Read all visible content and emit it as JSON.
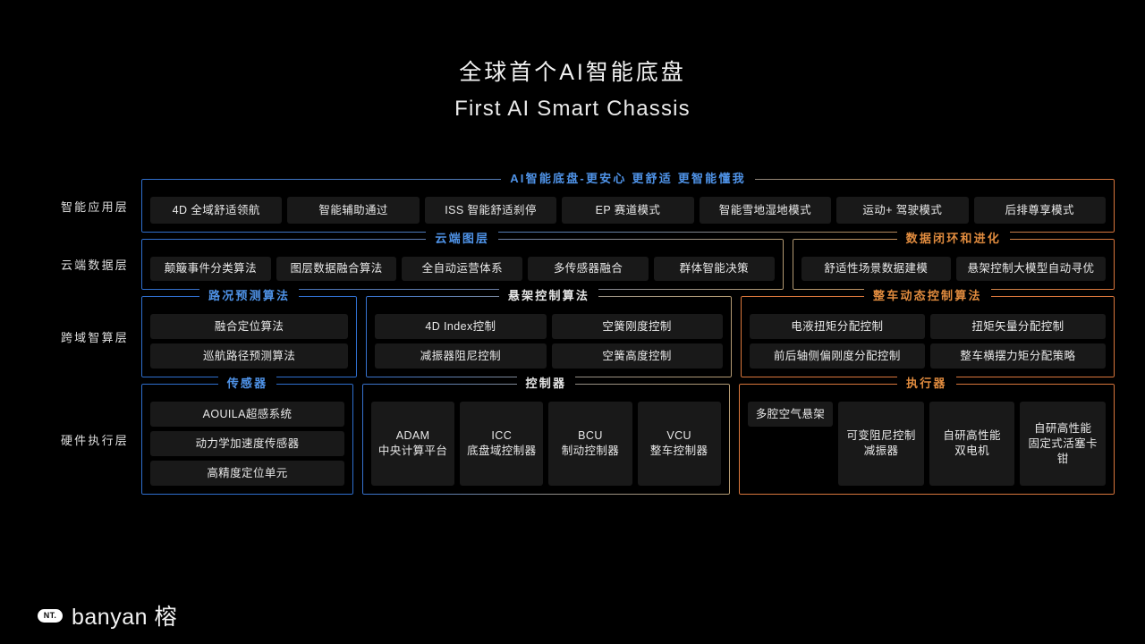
{
  "title": {
    "cn": "全球首个AI智能底盘",
    "en": "First AI Smart Chassis"
  },
  "colors": {
    "blue": "#2f6fcf",
    "orange": "#d9763c",
    "card_bg": "#191919",
    "background": "#000000",
    "title_blue": "#4f93e8",
    "title_orange": "#e08b3e",
    "title_white": "#e6e6e6"
  },
  "layers": [
    {
      "label": "智能应用层",
      "groups": [
        {
          "title": "AI智能底盘-更安心 更舒适 更智能懂我",
          "title_color": "blue",
          "border": "blue-to-orange",
          "columns": [
            {
              "cards": [
                "4D 全域舒适领航"
              ]
            },
            {
              "cards": [
                "智能辅助通过"
              ]
            },
            {
              "cards": [
                "ISS 智能舒适刹停"
              ]
            },
            {
              "cards": [
                "EP 赛道模式"
              ]
            },
            {
              "cards": [
                "智能雪地湿地模式"
              ]
            },
            {
              "cards": [
                "运动+ 驾驶模式"
              ]
            },
            {
              "cards": [
                "后排尊享模式"
              ]
            }
          ]
        }
      ]
    },
    {
      "label": "云端数据层",
      "groups": [
        {
          "title": "云端图层",
          "title_color": "blue",
          "border": "blue-to-tan",
          "columns": [
            {
              "cards": [
                "颠簸事件分类算法"
              ]
            },
            {
              "cards": [
                "图层数据融合算法"
              ]
            },
            {
              "cards": [
                "全自动运营体系"
              ]
            },
            {
              "cards": [
                "多传感器融合"
              ]
            },
            {
              "cards": [
                "群体智能决策"
              ]
            }
          ]
        },
        {
          "title": "数据闭环和进化",
          "title_color": "orange",
          "border": "tan-to-orange",
          "columns": [
            {
              "cards": [
                "舒适性场景数据建模"
              ]
            },
            {
              "cards": [
                "悬架控制大模型自动寻优"
              ]
            }
          ]
        }
      ]
    },
    {
      "label": "跨域智算层",
      "groups": [
        {
          "title": "路况预测算法",
          "title_color": "blue",
          "border": "blue",
          "columns": [
            {
              "cards": [
                "融合定位算法",
                "巡航路径预测算法"
              ]
            }
          ]
        },
        {
          "title": "悬架控制算法",
          "title_color": "white",
          "border": "tan-blue",
          "columns": [
            {
              "cards": [
                "4D Index控制",
                "减振器阻尼控制"
              ]
            },
            {
              "cards": [
                "空簧刚度控制",
                "空簧高度控制"
              ]
            }
          ]
        },
        {
          "title": "整车动态控制算法",
          "title_color": "orange",
          "border": "orange",
          "columns": [
            {
              "cards": [
                "电液扭矩分配控制",
                "前后轴侧偏刚度分配控制"
              ]
            },
            {
              "cards": [
                "扭矩矢量分配控制",
                "整车横摆力矩分配策略"
              ]
            }
          ]
        }
      ]
    },
    {
      "label": "硬件执行层",
      "groups": [
        {
          "title": "传感器",
          "title_color": "blue",
          "border": "blue",
          "columns": [
            {
              "cards": [
                "AOUILA超感系统",
                "动力学加速度传感器",
                "高精度定位单元"
              ]
            }
          ]
        },
        {
          "title": "控制器",
          "title_color": "white",
          "border": "tan-blue",
          "columns": [
            {
              "cards": [
                "ADAM\n中央计算平台"
              ]
            },
            {
              "cards": [
                "ICC\n底盘域控制器"
              ]
            },
            {
              "cards": [
                "BCU\n制动控制器"
              ]
            },
            {
              "cards": [
                "VCU\n整车控制器"
              ]
            }
          ]
        },
        {
          "title": "执行器",
          "title_color": "orange",
          "border": "orange",
          "columns": [
            {
              "cards": [
                "多腔空气悬架"
              ]
            },
            {
              "cards": [
                "可变阻尼控制\n减振器"
              ]
            },
            {
              "cards": [
                "自研高性能\n双电机"
              ]
            },
            {
              "cards": [
                "自研高性能\n固定式活塞卡钳"
              ]
            }
          ]
        }
      ]
    }
  ],
  "logo": {
    "badge": "NT.",
    "wordmark": "banyan 榕"
  }
}
